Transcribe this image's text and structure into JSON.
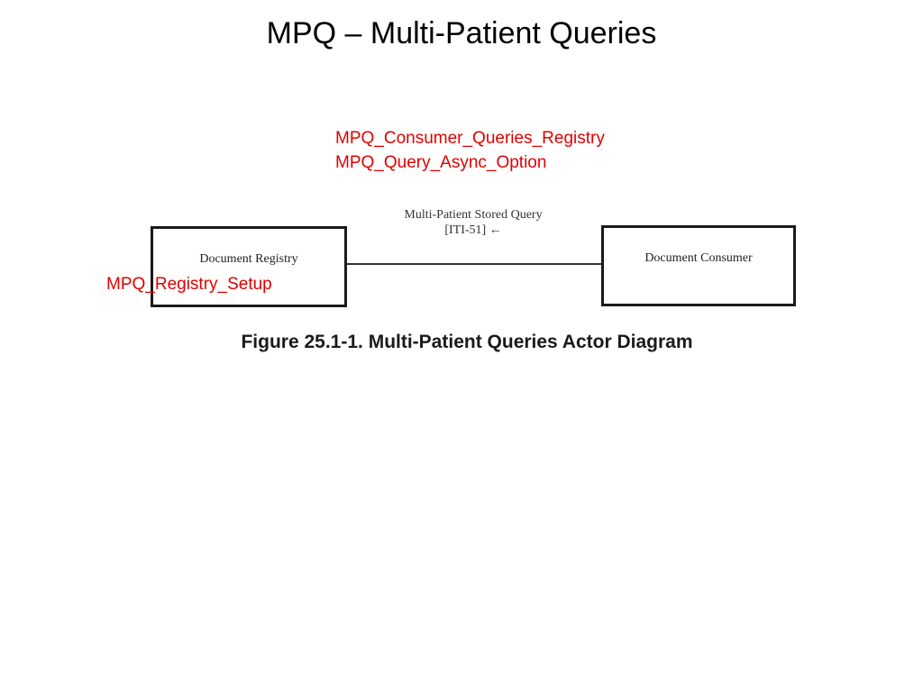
{
  "slide": {
    "title": "MPQ – Multi-Patient Queries"
  },
  "annotations": {
    "consumer_queries_registry": "MPQ_Consumer_Queries_Registry",
    "query_async_option": "MPQ_Query_Async_Option",
    "registry_setup": "MPQ_Registry_Setup",
    "color": "#e00000"
  },
  "diagram": {
    "actors": {
      "registry": "Document Registry",
      "consumer": "Document Consumer"
    },
    "transaction": {
      "name": "Multi-Patient Stored Query",
      "id": "[ITI-51] ←"
    },
    "caption": "Figure 25.1-1.  Multi-Patient Queries Actor Diagram"
  }
}
